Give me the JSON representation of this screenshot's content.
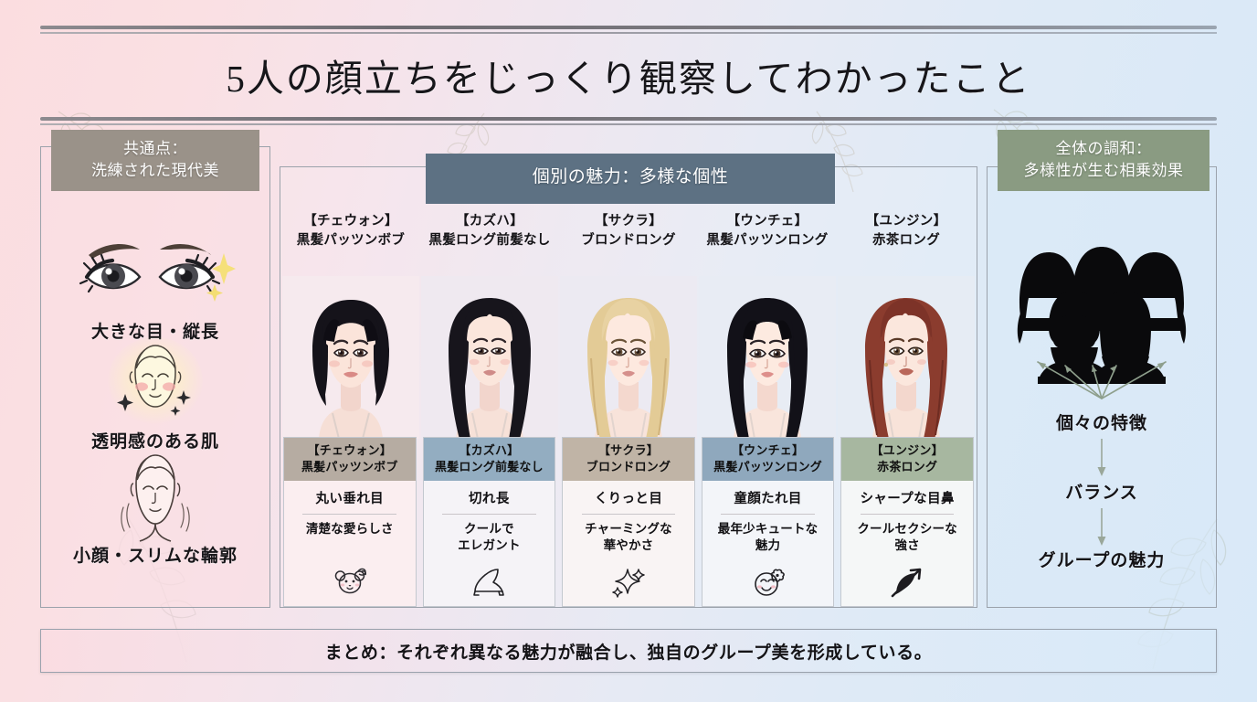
{
  "title": "5人の顔立ちをじっくり観察してわかったこと",
  "background": {
    "left_color": "#fbdde0",
    "right_color": "#d9e9f8"
  },
  "left_panel": {
    "banner_label": "共通点：\n洗練された現代美",
    "banner_color": "#9a9289",
    "traits": [
      {
        "icon": "eyes-sparkle-icon",
        "label": "大きな目・縦長"
      },
      {
        "icon": "glowing-face-icon",
        "label": "透明感のある肌"
      },
      {
        "icon": "slim-face-outline-icon",
        "label": "小顔・スリムな輪郭"
      }
    ]
  },
  "center_panel": {
    "banner_label": "個別の魅力：多様な個性",
    "banner_color": "#5d7183",
    "people": [
      {
        "name": "【チェウォン】",
        "hair": "黒髪パッツンボブ",
        "head_color": "#b6aca2",
        "eye_feature": "丸い垂れ目",
        "charm": "清楚な愛らしさ",
        "icon": "bear-face-icon",
        "hair_color": "#15131a",
        "hair_style": "bob-bangs",
        "lip_color": "#d98a86"
      },
      {
        "name": "【カズハ】",
        "hair": "黒髪ロング前髪なし",
        "head_color": "#93adc1",
        "eye_feature": "切れ長",
        "charm": "クールで\nエレガント",
        "icon": "high-heel-icon",
        "hair_color": "#17151c",
        "hair_style": "long-no-bangs",
        "lip_color": "#cf8b88"
      },
      {
        "name": "【サクラ】",
        "hair": "ブロンドロング",
        "head_color": "#c0b4a6",
        "eye_feature": "くりっと目",
        "charm": "チャーミングな\n華やかさ",
        "icon": "sparkles-icon",
        "hair_color": "#e3cb96",
        "hair_style": "long-wavy",
        "lip_color": "#d58f8b"
      },
      {
        "name": "【ウンチェ】",
        "hair": "黒髪パッツンロング",
        "head_color": "#8fa8bd",
        "eye_feature": "童顔たれ目",
        "charm": "最年少キュートな\n魅力",
        "icon": "smiling-face-icon",
        "hair_color": "#121118",
        "hair_style": "long-bangs",
        "lip_color": "#dd8f8b"
      },
      {
        "name": "【ユンジン】",
        "hair": "赤茶ロング",
        "head_color": "#a7b7a0",
        "eye_feature": "シャープな目鼻",
        "charm": "クールセクシーな\n強さ",
        "icon": "bow-arrow-icon",
        "hair_color": "#8b3c2e",
        "hair_style": "long-wavy",
        "lip_color": "#b96659"
      }
    ]
  },
  "right_panel": {
    "banner_label": "全体の調和：\n多様性が生む相乗効果",
    "banner_color": "#8a9b82",
    "silhouette_icon": "five-women-silhouette-icon",
    "flow": [
      {
        "label": "個々の特徴"
      },
      {
        "label": "バランス"
      },
      {
        "label": "グループの魅力"
      }
    ]
  },
  "summary": {
    "text": "まとめ：それぞれ異なる魅力が融合し、独自のグループ美を形成している。"
  }
}
